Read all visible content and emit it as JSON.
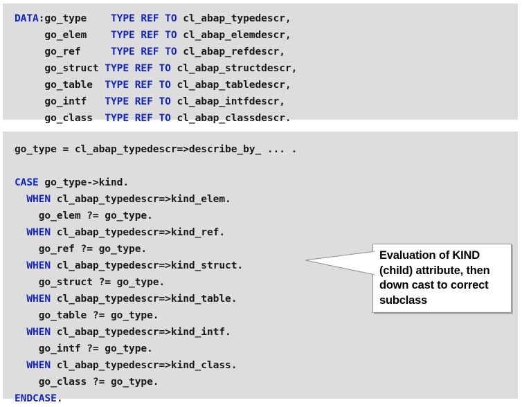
{
  "slide": {
    "background_color": "#ffffff",
    "panel_background": "#dddddd",
    "keyword_color": "#1226c4",
    "code_color": "#1a1a1a"
  },
  "declaration_panel": {
    "name": "ABAP DATA declaration block",
    "lines": [
      [
        {
          "t": "DATA",
          "k": true
        },
        {
          "t": ":go_type    ",
          "k": false
        },
        {
          "t": "TYPE REF TO",
          "k": true
        },
        {
          "t": " cl_abap_typedescr,",
          "k": false
        }
      ],
      [
        {
          "t": "     go_elem    ",
          "k": false
        },
        {
          "t": "TYPE REF TO",
          "k": true
        },
        {
          "t": " cl_abap_elemdescr,",
          "k": false
        }
      ],
      [
        {
          "t": "     go_ref     ",
          "k": false
        },
        {
          "t": "TYPE REF TO",
          "k": true
        },
        {
          "t": " cl_abap_refdescr,",
          "k": false
        }
      ],
      [
        {
          "t": "     go_struct ",
          "k": false
        },
        {
          "t": "TYPE REF TO",
          "k": true
        },
        {
          "t": " cl_abap_structdescr,",
          "k": false
        }
      ],
      [
        {
          "t": "     go_table  ",
          "k": false
        },
        {
          "t": "TYPE REF TO",
          "k": true
        },
        {
          "t": " cl_abap_tabledescr,",
          "k": false
        }
      ],
      [
        {
          "t": "     go_intf   ",
          "k": false
        },
        {
          "t": "TYPE REF TO",
          "k": true
        },
        {
          "t": " cl_abap_intfdescr,",
          "k": false
        }
      ],
      [
        {
          "t": "     go_class  ",
          "k": false
        },
        {
          "t": "TYPE REF TO",
          "k": true
        },
        {
          "t": " cl_abap_classdescr.",
          "k": false
        }
      ]
    ]
  },
  "case_panel": {
    "name": "ABAP CASE down-cast block",
    "lines": [
      [
        {
          "t": "go_type = cl_abap_typedescr=>describe_by_ ... .",
          "k": false
        }
      ],
      [],
      [
        {
          "t": "CASE",
          "k": true
        },
        {
          "t": " go_type->kind.",
          "k": false
        }
      ],
      [
        {
          "t": "  ",
          "k": false
        },
        {
          "t": "WHEN",
          "k": true
        },
        {
          "t": " cl_abap_typedescr=>kind_elem.",
          "k": false
        }
      ],
      [
        {
          "t": "    go_elem ?= go_type.",
          "k": false
        }
      ],
      [
        {
          "t": "  ",
          "k": false
        },
        {
          "t": "WHEN",
          "k": true
        },
        {
          "t": " cl_abap_typedescr=>kind_ref.",
          "k": false
        }
      ],
      [
        {
          "t": "    go_ref ?= go_type.",
          "k": false
        }
      ],
      [
        {
          "t": "  ",
          "k": false
        },
        {
          "t": "WHEN",
          "k": true
        },
        {
          "t": " cl_abap_typedescr=>kind_struct.",
          "k": false
        }
      ],
      [
        {
          "t": "    go_struct ?= go_type.",
          "k": false
        }
      ],
      [
        {
          "t": "  ",
          "k": false
        },
        {
          "t": "WHEN",
          "k": true
        },
        {
          "t": " cl_abap_typedescr=>kind_table.",
          "k": false
        }
      ],
      [
        {
          "t": "    go_table ?= go_type.",
          "k": false
        }
      ],
      [
        {
          "t": "  ",
          "k": false
        },
        {
          "t": "WHEN",
          "k": true
        },
        {
          "t": " cl_abap_typedescr=>kind_intf.",
          "k": false
        }
      ],
      [
        {
          "t": "    go_intf ?= go_type.",
          "k": false
        }
      ],
      [
        {
          "t": "  ",
          "k": false
        },
        {
          "t": "WHEN",
          "k": true
        },
        {
          "t": " cl_abap_typedescr=>kind_class.",
          "k": false
        }
      ],
      [
        {
          "t": "    go_class ?= go_type.",
          "k": false
        }
      ],
      [
        {
          "t": "ENDCASE",
          "k": true
        },
        {
          "t": ".",
          "k": false
        }
      ]
    ]
  },
  "callout": {
    "text": "Evaluation of KIND (child) attribute, then down cast to correct subclass",
    "border_color": "#8e8e8e",
    "background_color": "#ffffff"
  }
}
